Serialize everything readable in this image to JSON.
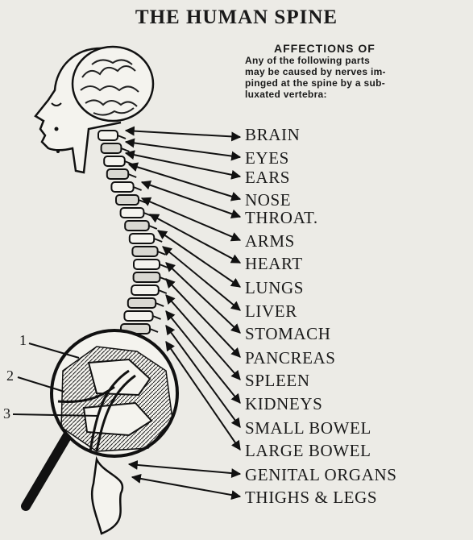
{
  "title": "THE HUMAN SPINE",
  "subtitle": {
    "heading": "AFFECTIONS OF",
    "body_lines": [
      "Any of the following parts",
      "may be caused by nerves im-",
      "pinged at the spine by a sub-",
      "luxated vertebra:"
    ]
  },
  "organs": [
    "BRAIN",
    "EYES",
    "EARS",
    "NOSE",
    "THROAT.",
    "ARMS",
    "HEART",
    "LUNGS",
    "LIVER",
    "STOMACH",
    "PANCREAS",
    "SPLEEN",
    "KIDNEYS",
    "SMALL BOWEL",
    "LARGE BOWEL",
    "GENITAL ORGANS",
    "THIGHS & LEGS"
  ],
  "callouts": [
    "1",
    "2",
    "3"
  ],
  "icons": {
    "head": "head-profile-icon",
    "spine": "spine-column-icon",
    "magnifier": "magnifying-glass-icon"
  }
}
